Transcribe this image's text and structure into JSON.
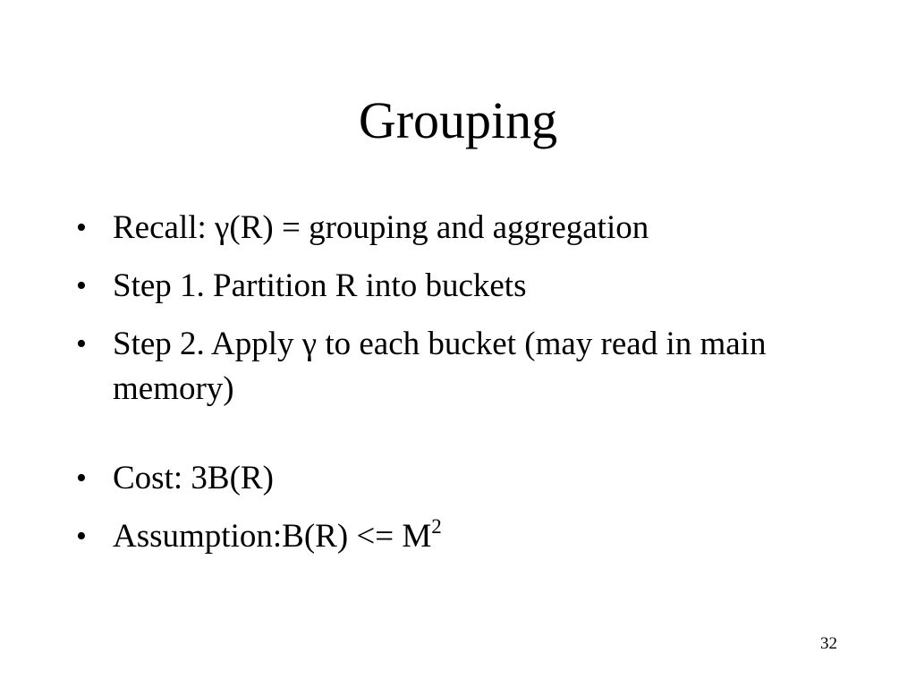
{
  "slide": {
    "title": "Grouping",
    "bullet_symbol": "•",
    "bullets": [
      "Recall:  γ(R) = grouping and aggregation",
      "Step 1. Partition R into buckets",
      "Step 2. Apply γ to each bucket (may read in main memory)",
      "Cost: 3B(R)"
    ],
    "assumption": {
      "text": "Assumption:B(R) <= M",
      "superscript": "2"
    },
    "page_number": "32"
  }
}
